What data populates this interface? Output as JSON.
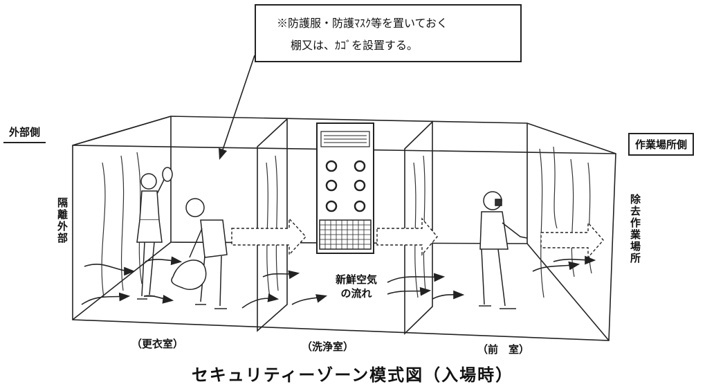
{
  "callout": {
    "line1": "※防護服・防護ﾏｽｸ等を置いておく",
    "line2": "棚又は、ｶｺﾞを設置する。"
  },
  "sides": {
    "outside_label": "外部側",
    "worksite_label": "作業場所側",
    "left_vertical": "隔離外部",
    "right_vertical": "除去作業場所"
  },
  "rooms": [
    {
      "label": "（更衣室）"
    },
    {
      "label": "（洗浄室）"
    },
    {
      "label": "（前　室）"
    }
  ],
  "airflow_label": {
    "line1": "新鮮空気",
    "line2": "の流れ"
  },
  "title": "セキュリティーゾーン模式図（入場時）"
}
